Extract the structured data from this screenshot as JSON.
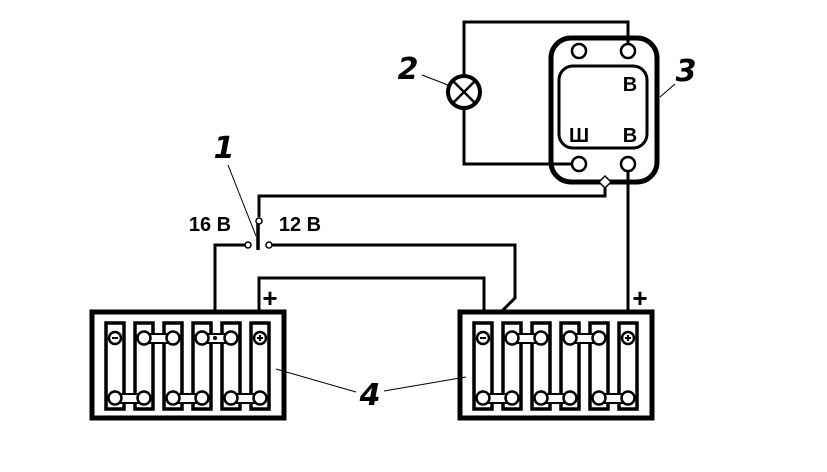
{
  "diagram": {
    "type": "wiring-schematic",
    "callouts": {
      "switch": "1",
      "lamp": "2",
      "regulator": "3",
      "batteries": "4"
    },
    "switch_positions": {
      "left": "16 В",
      "right": "12 В"
    },
    "regulator_terminals": {
      "top_right": "В",
      "bottom_left": "Ш",
      "bottom_right": "В"
    },
    "battery_terminals": {
      "negative_symbol": "−",
      "positive_symbol": "+",
      "positive_label": "+"
    },
    "batteries": [
      {
        "name": "left-battery",
        "cells": 6
      },
      {
        "name": "right-battery",
        "cells": 6
      }
    ]
  }
}
